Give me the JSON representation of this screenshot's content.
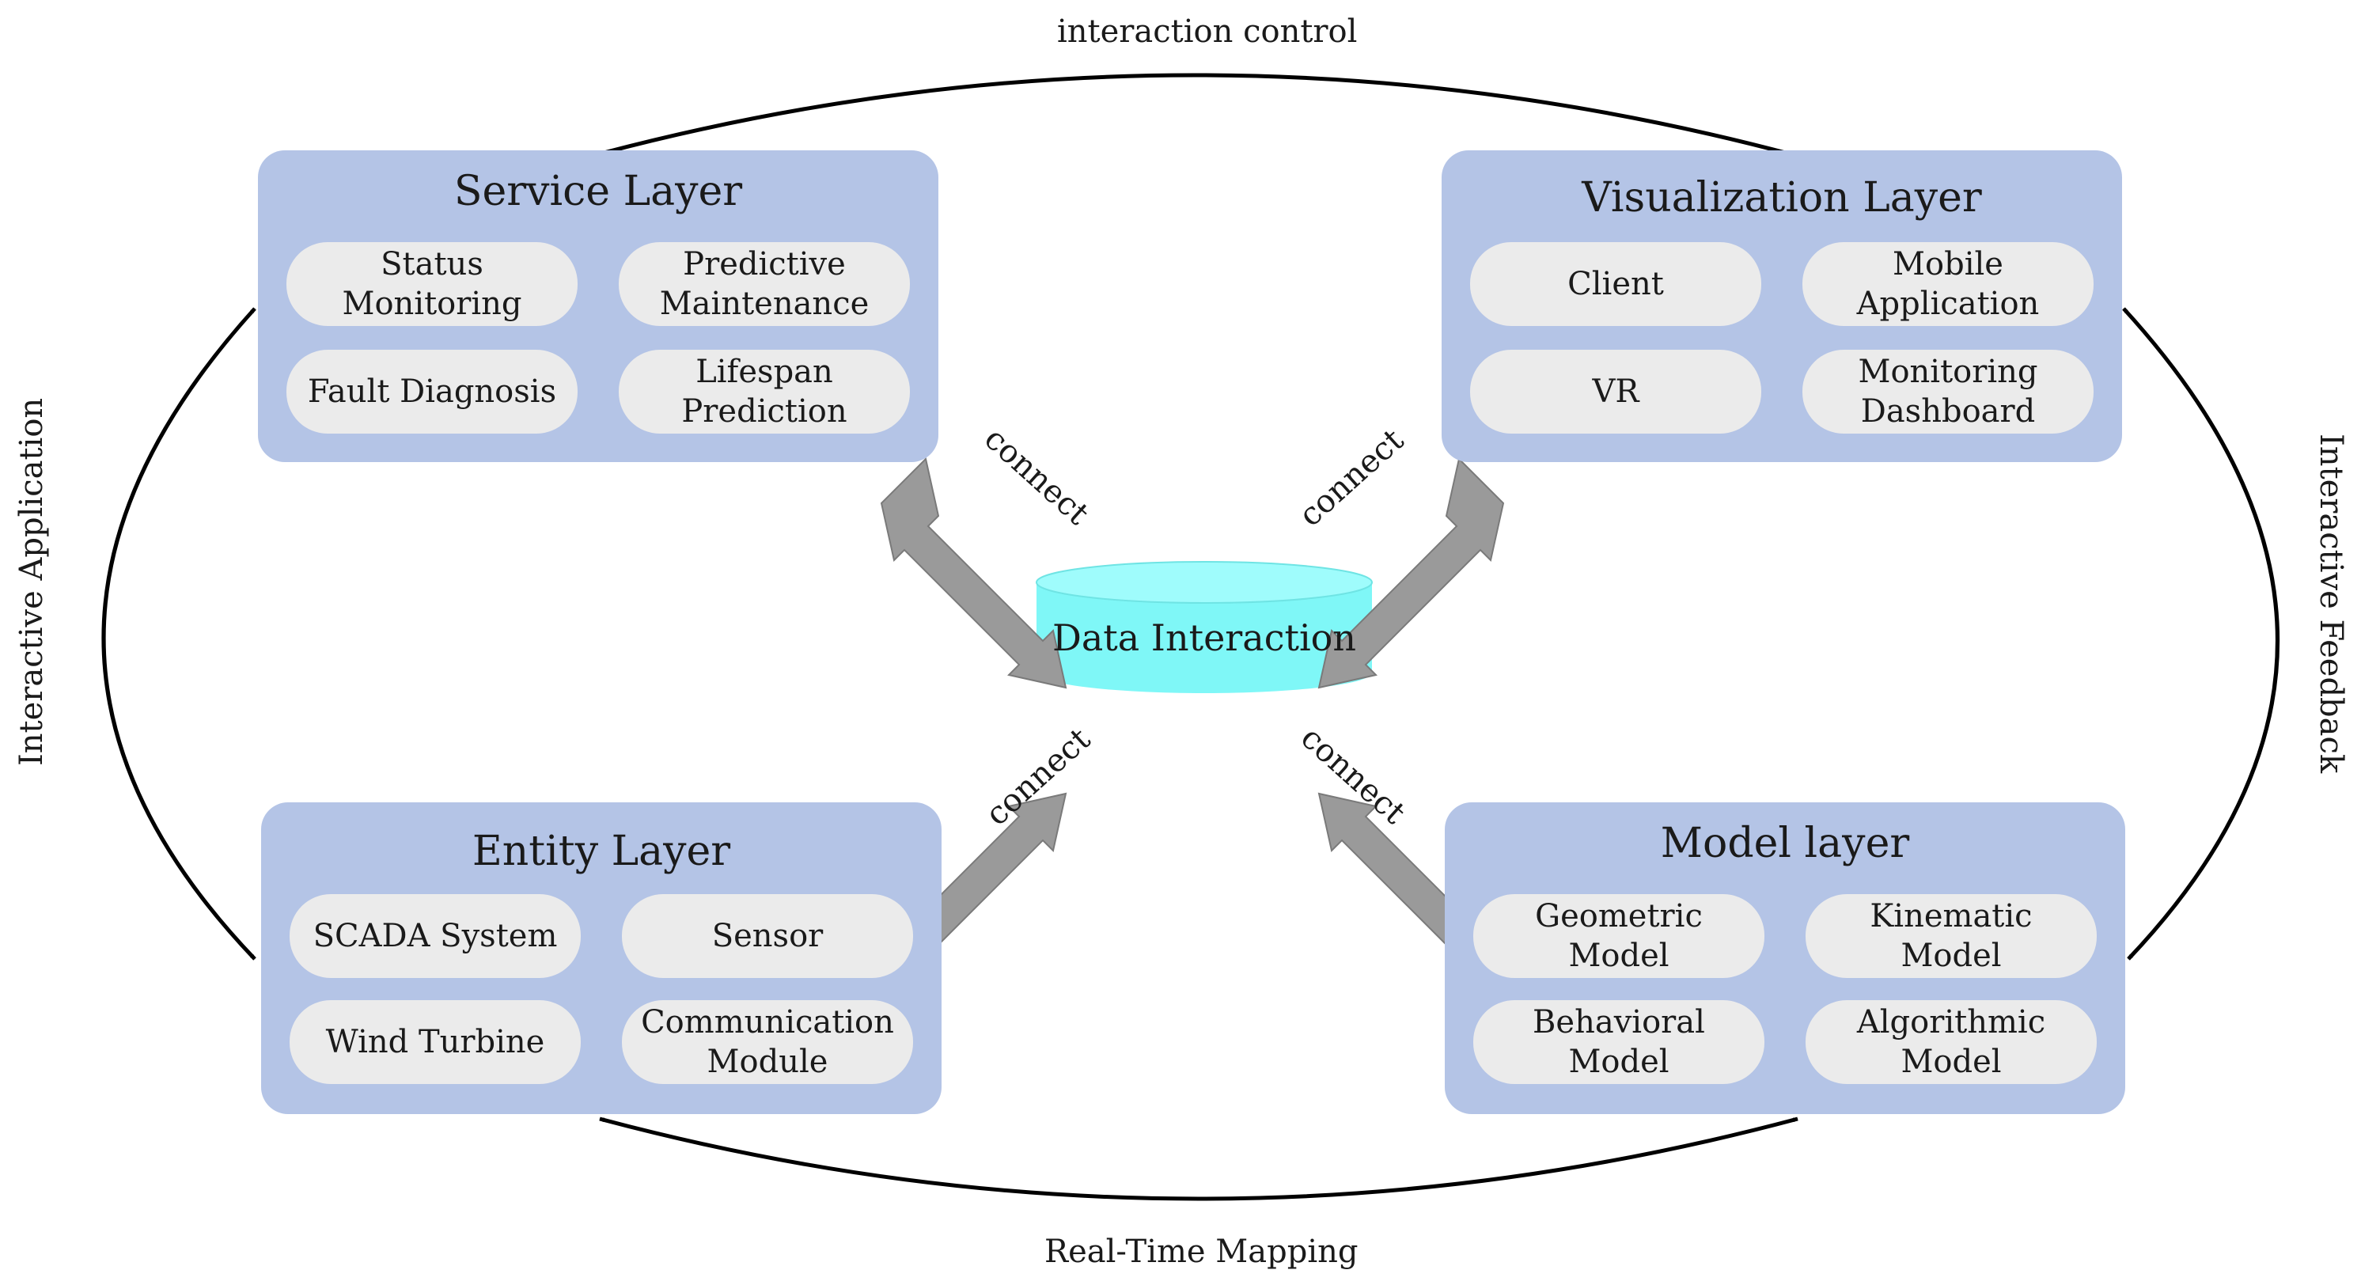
{
  "layers": {
    "service": {
      "title": "Service Layer",
      "components": [
        "Status\nMonitoring",
        "Predictive\nMaintenance",
        "Fault Diagnosis",
        "Lifespan\nPrediction"
      ]
    },
    "visualization": {
      "title": "Visualization Layer",
      "components": [
        "Client",
        "Mobile\nApplication",
        "VR",
        "Monitoring\nDashboard"
      ]
    },
    "entity": {
      "title": "Entity Layer",
      "components": [
        "SCADA System",
        "Sensor",
        "Wind Turbine",
        "Communication\nModule"
      ]
    },
    "model": {
      "title": "Model layer",
      "components": [
        "Geometric\nModel",
        "Kinematic Model",
        "Behavioral\nModel",
        "Algorithmic\nModel"
      ]
    }
  },
  "center": {
    "label": "Data Interaction"
  },
  "connections": {
    "top": "interaction control",
    "bottom": "Real-Time Mapping",
    "left": "Interactive Application",
    "right": "Interactive Feedback",
    "connect_label": "connect"
  },
  "colors": {
    "layer_fill": "#b4c4e6",
    "component_fill": "#ebebeb",
    "database_fill": "#7ff7f7",
    "arrow_fill": "#9a9a9a"
  }
}
